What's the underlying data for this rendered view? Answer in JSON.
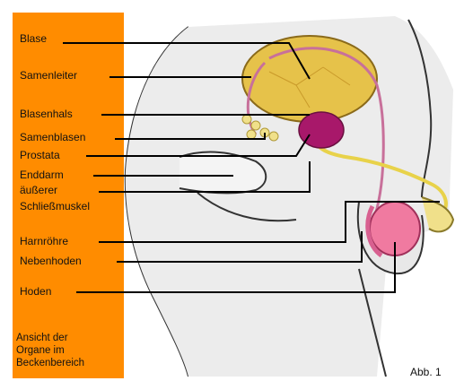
{
  "labels": {
    "blase": "Blase",
    "samenleiter": "Samenleiter",
    "blasenhals": "Blasenhals",
    "samenblasen": "Samenblasen",
    "prostata": "Prostata",
    "enddarm": "Enddarm",
    "schliessmuskel_line1": "äußerer",
    "schliessmuskel_line2": "Schließmuskel",
    "harnroehre": "Harnröhre",
    "nebenhoden": "Nebenhoden",
    "hoden": "Hoden"
  },
  "caption": {
    "line1": "Ansicht der",
    "line2": "Organe im",
    "line3": "Beckenbereich"
  },
  "figure_ref": "Abb. 1",
  "colors": {
    "sidebar": "#ff8c00",
    "bladder": "#e6c24a",
    "prostate": "#a8186a",
    "testis": "#f07aa0",
    "urethra": "#e8d24a",
    "vas_deferens": "#c8709a"
  }
}
